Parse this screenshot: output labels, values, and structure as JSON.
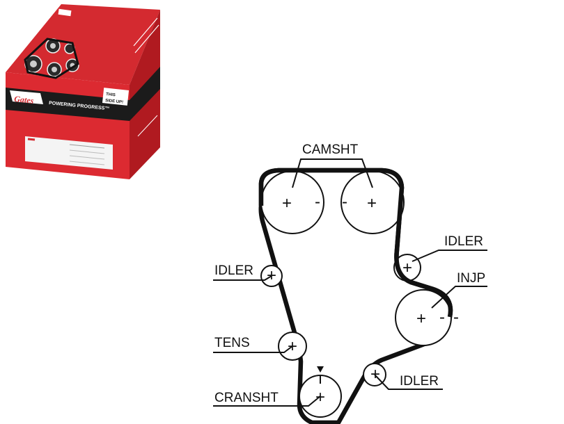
{
  "product_box": {
    "brand": "Gates",
    "slogan": "POWERING PROGRESS™",
    "orientation_notice": [
      "THIS",
      "SIDE UP!"
    ],
    "colors": {
      "red": "#d8252d",
      "dark_red": "#a6141b",
      "black": "#1b1b1b",
      "white": "#ffffff"
    }
  },
  "diagram": {
    "labels": {
      "camshaft": "CAMSHT",
      "idler_top_right": "IDLER",
      "injection_pump": "INJP",
      "idler_left": "IDLER",
      "tensioner": "TENS",
      "idler_bottom_right": "IDLER",
      "crankshaft": "CRANSHT"
    },
    "signs": {
      "plus": "+",
      "minus": "-"
    },
    "colors": {
      "belt": "#111111",
      "pulley": "#111111",
      "background": "#ffffff"
    }
  }
}
